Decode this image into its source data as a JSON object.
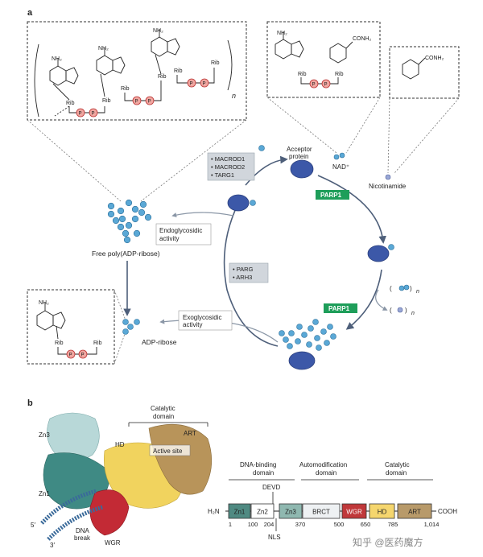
{
  "panel_a": {
    "label": "a",
    "n_sub": "n",
    "adenine_nh2": "NH₂",
    "ribose": "Rib",
    "phosphate": "P",
    "nad_conh2": "CONH₂",
    "nad_label": "NAD⁺",
    "nicotinamide": "Nicotinamide",
    "acceptor_protein": [
      "Acceptor",
      "protein"
    ],
    "enzymes_top": [
      "• MACROD1",
      "• MACROD2",
      "• TARG1"
    ],
    "enzymes_mid": [
      "• PARG",
      "• ARH3"
    ],
    "parp1_top": "PARP1",
    "parp1_bottom": "PARP1",
    "free_polymer": "Free poly(ADP-ribose)",
    "endo": [
      "Endoglycosidic",
      "activity"
    ],
    "exo": [
      "Exoglycosidic",
      "activity"
    ],
    "adp_ribose": "ADP-ribose",
    "n_paren_1": "( ",
    "n_paren_2": " )",
    "n_letter": "n"
  },
  "panel_b": {
    "label": "b",
    "catalytic_domain_3d": [
      "Catalytic",
      "domain"
    ],
    "labels_3d": {
      "zn3": "Zn3",
      "zn1": "Zn1",
      "hd": "HD",
      "art": "ART",
      "active_site": "Active site",
      "five_prime": "5′",
      "three_prime": "3′",
      "dna_break": [
        "DNA",
        "break"
      ],
      "wgr": "WGR"
    },
    "domain_headers": {
      "dna_binding": [
        "DNA-binding",
        "domain"
      ],
      "automodification": [
        "Automodification",
        "domain"
      ],
      "catalytic": [
        "Catalytic",
        "domain"
      ]
    },
    "devd": "DEVD",
    "nls": "NLS",
    "n_terminus": "H₂N",
    "c_terminus": "COOH",
    "domains": [
      {
        "name": "Zn1",
        "color": "#4f8a82"
      },
      {
        "name": "Zn2",
        "color": "#ffffff"
      },
      {
        "name": "Zn3",
        "color": "#8fb8b0"
      },
      {
        "name": "BRCT",
        "color": "#eef1f3"
      },
      {
        "name": "WGR",
        "color": "#c0383a"
      },
      {
        "name": "HD",
        "color": "#f5d66e"
      },
      {
        "name": "ART",
        "color": "#b89a6a"
      }
    ],
    "positions": [
      "1",
      "100",
      "204",
      "370",
      "500",
      "650",
      "785",
      "1,014"
    ]
  },
  "watermark": "知乎 @医药魔方"
}
